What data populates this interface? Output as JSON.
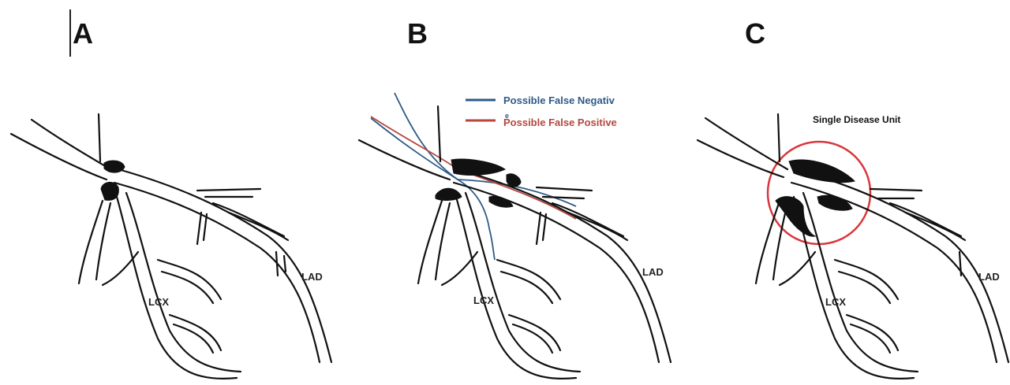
{
  "panels": [
    {
      "label": "A",
      "lcx": "LCX",
      "lad": "LAD"
    },
    {
      "label": "B",
      "lcx": "LCX",
      "lad": "LAD",
      "legend": {
        "false_negative": "Possible False Negativ",
        "false_negative_tail": "e",
        "false_positive": "Possible False Positive"
      }
    },
    {
      "label": "C",
      "lcx": "LCX",
      "lad": "LAD",
      "unit_title": "Single Disease Unit"
    }
  ],
  "colors": {
    "false_negative": "#2e5b86",
    "false_positive": "#b5473f",
    "disease_unit_circle": "#d9363b",
    "vessel": "#111111"
  }
}
